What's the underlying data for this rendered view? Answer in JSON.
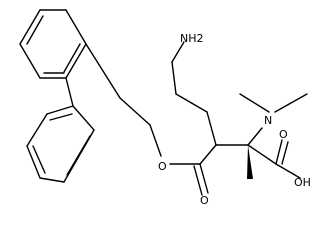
{
  "labels": {
    "nh2": "NH2",
    "n": "N",
    "o_ester": "O",
    "o_carbonyl": "O",
    "o_acid": "O",
    "oh": "OH"
  },
  "colors": {
    "bond": "#000000",
    "background": "#ffffff"
  }
}
